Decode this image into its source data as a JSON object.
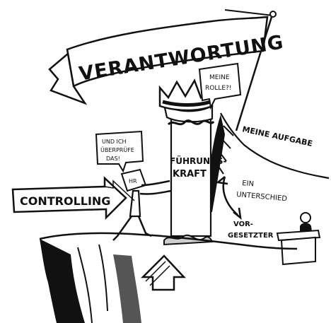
{
  "banner": {
    "title": "VERANTWORTUNG"
  },
  "bubble_role": {
    "line1": "MEINE",
    "line2": "ROLLE?!"
  },
  "bubble_hr": {
    "line1": "UND ICH",
    "line2": "ÜBERPRÜFE",
    "line3": "DAS!"
  },
  "figure_badge": "HR",
  "labels": {
    "tasks": "MEINE AUFGABE",
    "leader_line1": "FÜHRUNGS-",
    "leader_line2": "KRAFT",
    "difference_line1": "EIN",
    "difference_line2": "UNTERSCHIED",
    "superior_line1": "VOR-",
    "superior_line2": "GESETZTER"
  },
  "controlling_arrow": {
    "label": "CONTROLLING"
  },
  "colors": {
    "ink": "#111111",
    "paper": "#ffffff",
    "shade": "#cfcfcf"
  }
}
